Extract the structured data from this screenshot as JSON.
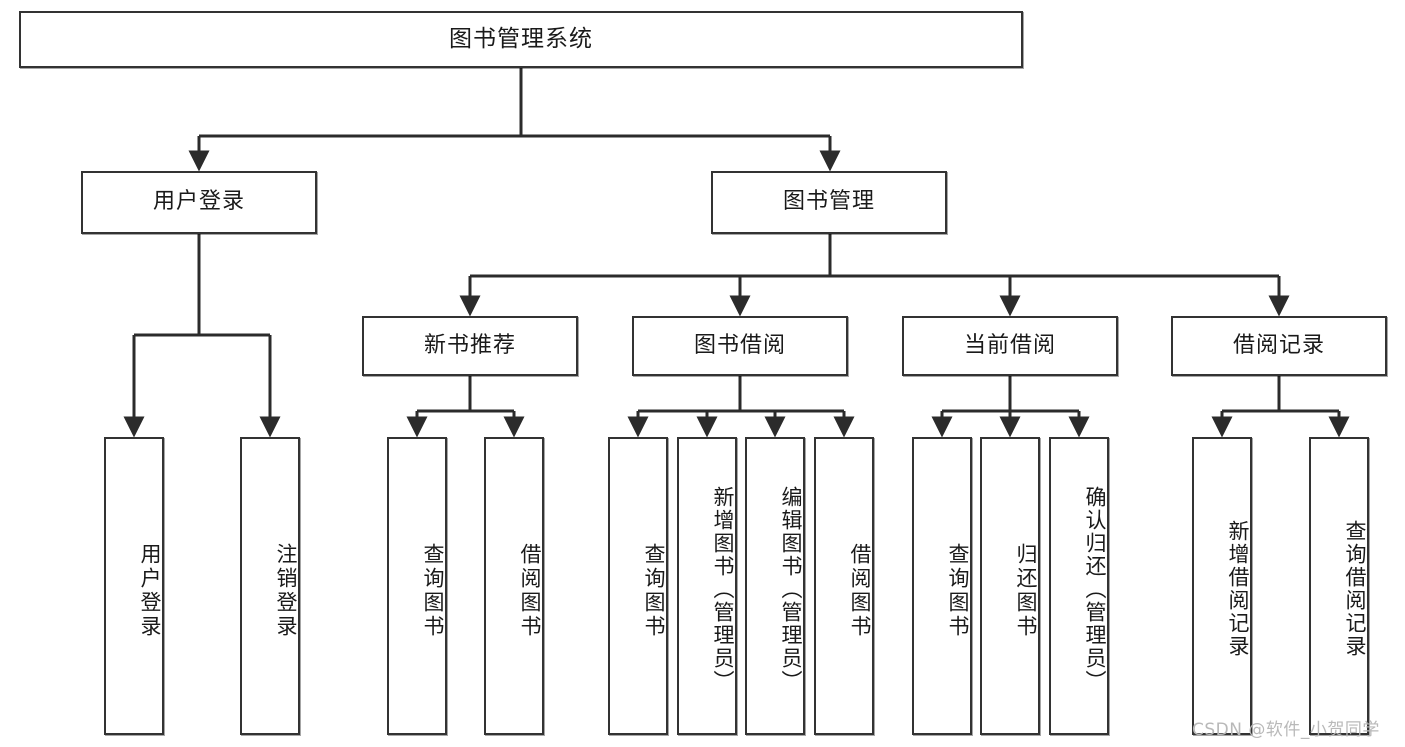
{
  "diagram": {
    "type": "hierarchy-tree",
    "title": "图书管理系统",
    "watermark": "CSDN @软件_小贺同学",
    "colors": {
      "stroke": "#333333",
      "fill": "#ffffff",
      "text": "#1a1a1a",
      "watermark": "#b9b9b9"
    },
    "levels": {
      "level1": [
        "图书管理系统"
      ],
      "level2": [
        "用户登录",
        "图书管理"
      ],
      "level3": [
        "新书推荐",
        "图书借阅",
        "当前借阅",
        "借阅记录"
      ],
      "level4": [
        "用户登录",
        "注销登录",
        "查询图书",
        "借阅图书",
        "查询图书",
        "新增图书（管理员）",
        "编辑图书（管理员）",
        "借阅图书",
        "查询图书",
        "归还图书",
        "确认归还（管理员）",
        "新增借阅记录",
        "查询借阅记录"
      ]
    },
    "nodes": {
      "root": {
        "label": "图书管理系统"
      },
      "user_login": {
        "label": "用户登录"
      },
      "book_mgmt": {
        "label": "图书管理"
      },
      "new_book_rec": {
        "label": "新书推荐"
      },
      "book_borrow": {
        "label": "图书借阅"
      },
      "current_borrow": {
        "label": "当前借阅"
      },
      "borrow_record": {
        "label": "借阅记录"
      },
      "leaf_user_login": {
        "label": "用户登录"
      },
      "leaf_logout": {
        "label": "注销登录"
      },
      "leaf_query_book_a": {
        "label": "查询图书"
      },
      "leaf_borrow_book_a": {
        "label": "借阅图书"
      },
      "leaf_query_book_b": {
        "label": "查询图书"
      },
      "leaf_add_book": {
        "label": "新增图书（管理员）"
      },
      "leaf_edit_book": {
        "label": "编辑图书（管理员）"
      },
      "leaf_borrow_book_b": {
        "label": "借阅图书"
      },
      "leaf_query_book_c": {
        "label": "查询图书"
      },
      "leaf_return_book": {
        "label": "归还图书"
      },
      "leaf_confirm_return": {
        "label": "确认归还（管理员）"
      },
      "leaf_add_record": {
        "label": "新增借阅记录"
      },
      "leaf_query_record": {
        "label": "查询借阅记录"
      }
    }
  }
}
